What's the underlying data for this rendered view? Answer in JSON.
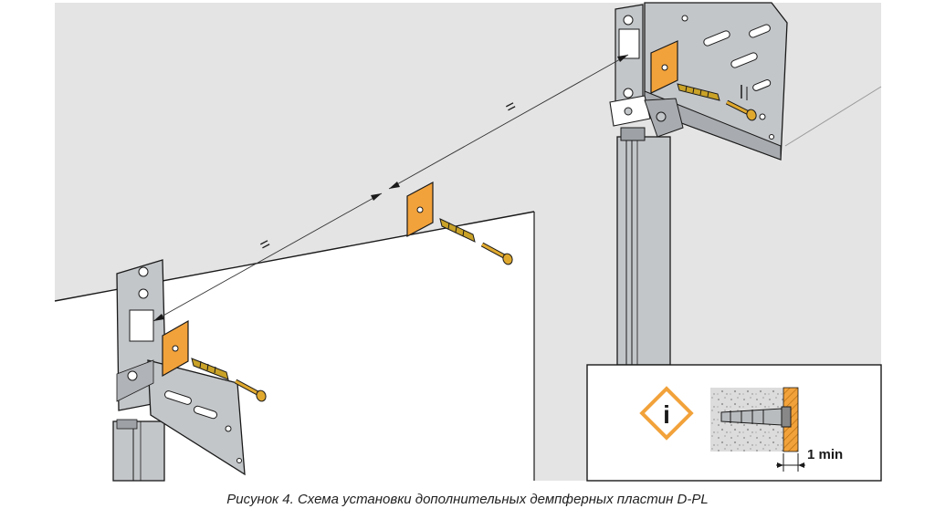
{
  "caption": "Рисунок 4. Схема установки дополнительных демпферных пластин D-PL",
  "labels": {
    "equal_left": "=",
    "equal_right": "=",
    "info_icon_glyph": "i",
    "min_gap": "1 min"
  },
  "colors": {
    "wall": "#e4e4e4",
    "opening": "#ffffff",
    "metal": "#c3c6c9",
    "damper_plate": "#f2a23a",
    "screw": "#e0a92e",
    "outline": "#1a1a1a",
    "info_accent": "#f2a23a"
  },
  "icons": [
    "info-icon"
  ]
}
